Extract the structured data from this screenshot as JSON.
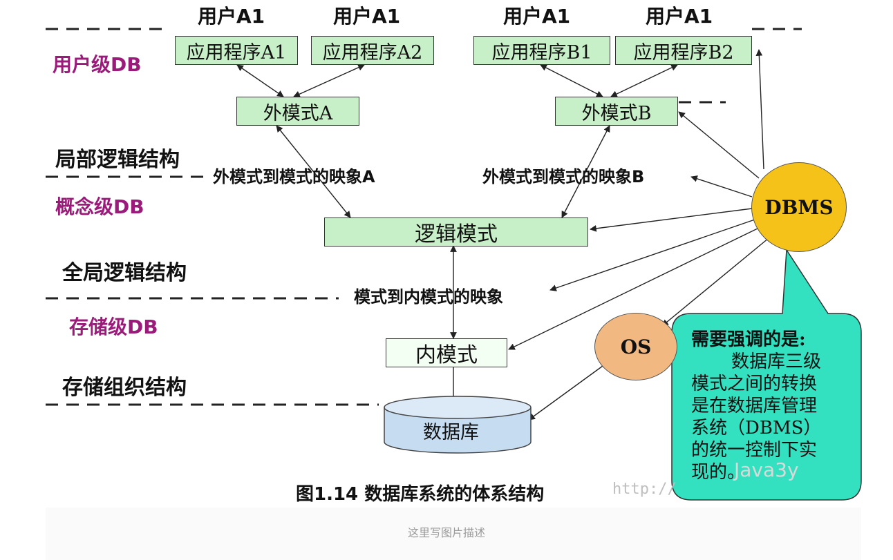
{
  "users": [
    "用户A1",
    "用户A1",
    "用户A1",
    "用户A1"
  ],
  "apps": [
    "应用程序A1",
    "应用程序A2",
    "应用程序B1",
    "应用程序B2"
  ],
  "external_schemas": [
    "外模式A",
    "外模式B"
  ],
  "levels": [
    "用户级DB",
    "概念级DB",
    "存储级DB"
  ],
  "structures": [
    "局部逻辑结构",
    "全局逻辑结构",
    "存储组织结构"
  ],
  "mappings": [
    "外模式到模式的映象A",
    "外模式到模式的映象B",
    "模式到内模式的映象"
  ],
  "logical_schema": "逻辑模式",
  "internal_schema": "内模式",
  "database": "数据库",
  "dbms": "DBMS",
  "os": "OS",
  "callout": {
    "line1": "需要强调的是:",
    "line2": "数据库三级",
    "line3": "模式之间的转换",
    "line4": "是在数据库管理",
    "line5": "系统（DBMS）",
    "line6": "的统一控制下实",
    "line7": "现的。"
  },
  "caption": "图1.14   数据库系统的体系结构",
  "watermark": {
    "url": "http://",
    "logo": "Java3y"
  },
  "description": "这里写图片描述",
  "colors": {
    "box": "#c8f0c8",
    "dbms": "#f5c21a",
    "os": "#f2b882",
    "callout": "#33e0c0",
    "level_text": "#9b1b7a"
  }
}
